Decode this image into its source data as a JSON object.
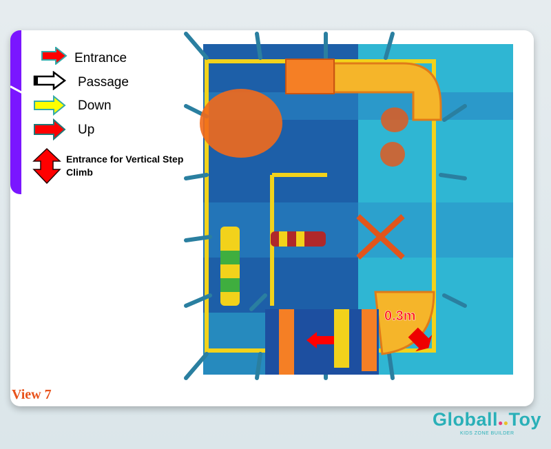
{
  "legend": {
    "items": [
      {
        "label": "Entrance",
        "icon": "red-arrow-icon",
        "color": "#ff0000"
      },
      {
        "label": "Passage",
        "icon": "white-arrow-icon",
        "color": "#ffffff"
      },
      {
        "label": "Down",
        "icon": "yellow-arrow-icon",
        "color": "#ffff00"
      },
      {
        "label": "Up",
        "icon": "red-arrow-icon",
        "color": "#ff0000"
      },
      {
        "label": "Entrance for Vertical Step Climb",
        "icon": "double-red-arrow-icon",
        "color": "#ff0000"
      }
    ]
  },
  "view_label": "View 7",
  "dimension_label": "0.3m",
  "brand": {
    "name_left": "Globall",
    "name_right": "Toy",
    "tagline": "KIDS ZONE BUILDER"
  },
  "colors": {
    "accent_purple": "#7a16ff",
    "view_orange": "#e8521b",
    "brand_teal": "#2ab0b8"
  }
}
